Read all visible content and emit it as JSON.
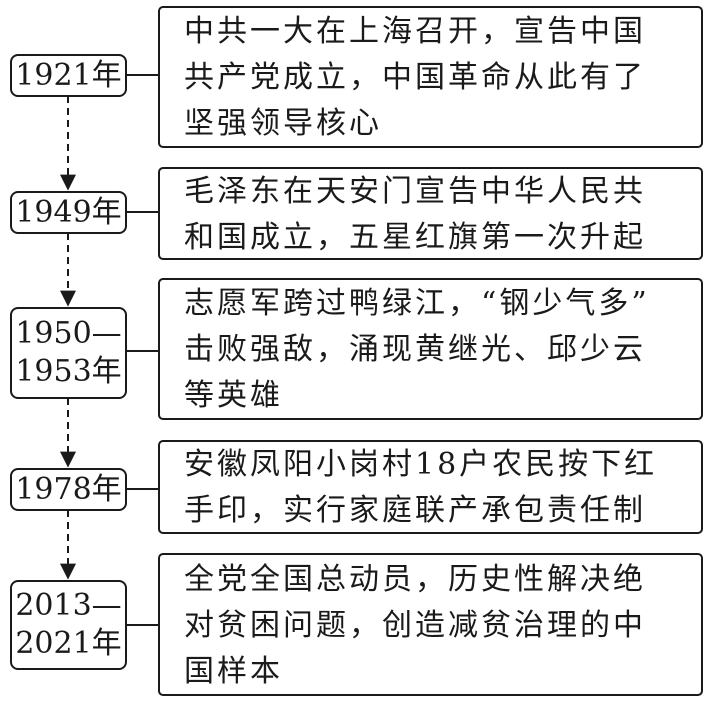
{
  "timeline": [
    {
      "year_lines": [
        "1921年"
      ],
      "event_lines": [
        "中共一大在上海召开，宣告中国",
        "共产党成立，中国革命从此有了",
        "坚强领导核心"
      ]
    },
    {
      "year_lines": [
        "1949年"
      ],
      "event_lines": [
        "毛泽东在天安门宣告中华人民共",
        "和国成立，五星红旗第一次升起"
      ]
    },
    {
      "year_lines": [
        "1950—",
        "1953年"
      ],
      "event_lines": [
        "志愿军跨过鸭绿江，“钢少气多”",
        "击败强敌，涌现黄继光、邱少云",
        "等英雄"
      ]
    },
    {
      "year_lines": [
        "1978年"
      ],
      "event_lines": [
        "安徽凤阳小岗村18户农民按下红",
        "手印，实行家庭联产承包责任制"
      ]
    },
    {
      "year_lines": [
        "2013—",
        "2021年"
      ],
      "event_lines": [
        "全党全国总动员，历史性解决绝",
        "对贫困问题，创造减贫治理的中",
        "国样本"
      ]
    }
  ]
}
